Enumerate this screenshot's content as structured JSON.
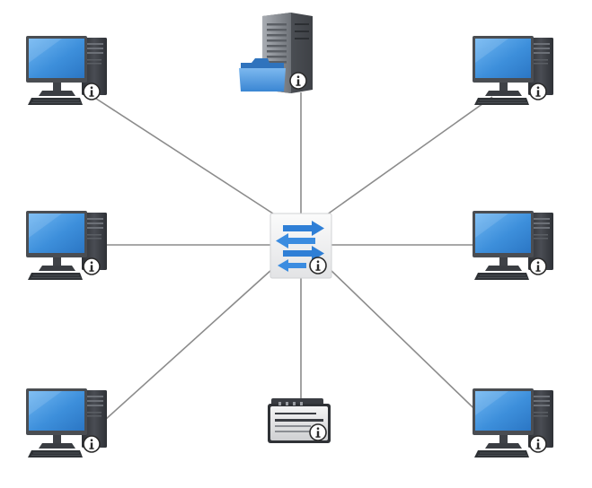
{
  "diagram": {
    "type": "star-network-topology",
    "hub": {
      "id": "switch",
      "device": "network-switch",
      "icon": "switch-icon",
      "info_badge": "i"
    },
    "nodes": [
      {
        "id": "pc-top-left",
        "device": "desktop-computer",
        "icon": "desktop-computer-icon",
        "info_badge": "i"
      },
      {
        "id": "file-server",
        "device": "file-server",
        "icon": "file-server-icon",
        "info_badge": "i"
      },
      {
        "id": "pc-top-right",
        "device": "desktop-computer",
        "icon": "desktop-computer-icon",
        "info_badge": "i"
      },
      {
        "id": "pc-middle-left",
        "device": "desktop-computer",
        "icon": "desktop-computer-icon",
        "info_badge": "i"
      },
      {
        "id": "pc-middle-right",
        "device": "desktop-computer",
        "icon": "desktop-computer-icon",
        "info_badge": "i"
      },
      {
        "id": "pc-bottom-left",
        "device": "desktop-computer",
        "icon": "desktop-computer-icon",
        "info_badge": "i"
      },
      {
        "id": "printer",
        "device": "printer",
        "icon": "printer-icon",
        "info_badge": "i"
      },
      {
        "id": "pc-bottom-right",
        "device": "desktop-computer",
        "icon": "desktop-computer-icon",
        "info_badge": "i"
      }
    ],
    "links": [
      [
        "switch",
        "pc-top-left"
      ],
      [
        "switch",
        "file-server"
      ],
      [
        "switch",
        "pc-top-right"
      ],
      [
        "switch",
        "pc-middle-left"
      ],
      [
        "switch",
        "pc-middle-right"
      ],
      [
        "switch",
        "pc-bottom-left"
      ],
      [
        "switch",
        "printer"
      ],
      [
        "switch",
        "pc-bottom-right"
      ]
    ],
    "colors": {
      "background": "#ffffff",
      "link": "#8c8c8c",
      "monitor_screen": "#3d8fdb",
      "monitor_frame": "#4a4d52",
      "tower": "#3b3e44",
      "switch_arrows": "#2f7fd6",
      "folder": "#4a92dc",
      "server_body": "#7d8187"
    }
  }
}
